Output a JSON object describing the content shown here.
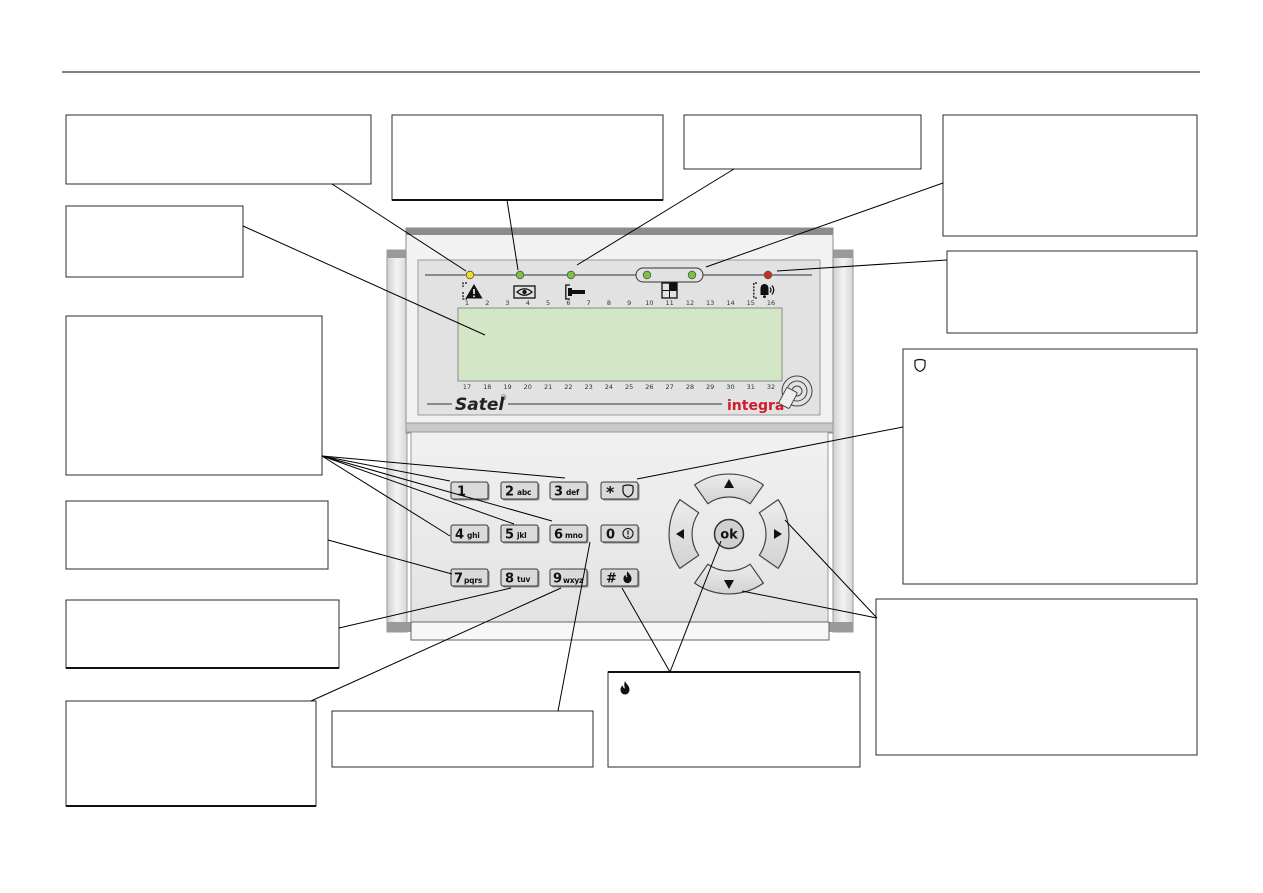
{
  "keypad": {
    "brand": "Satel",
    "brand_mark": "®",
    "model": "integra",
    "led_colors": [
      "#efe21c",
      "#7cc142",
      "#7cc142",
      "#7cc142",
      "#7cc142",
      "#d42a1e"
    ],
    "indicator_icons": [
      "warning-icon",
      "eye-icon",
      "service-icon",
      "partitions-grid-icon",
      "alarm-bell-icon"
    ],
    "led_numbers_top": [
      "1",
      "2",
      "3",
      "4",
      "5",
      "6",
      "7",
      "8",
      "9",
      "10",
      "11",
      "12",
      "13",
      "14",
      "15",
      "16"
    ],
    "led_numbers_bottom": [
      "17",
      "18",
      "19",
      "20",
      "21",
      "22",
      "23",
      "24",
      "25",
      "26",
      "27",
      "28",
      "29",
      "30",
      "31",
      "32"
    ],
    "keys": [
      {
        "digit": "1",
        "letters": ""
      },
      {
        "digit": "2",
        "letters": "abc"
      },
      {
        "digit": "3",
        "letters": "def"
      },
      {
        "digit": "*",
        "icon": "shield-icon"
      },
      {
        "digit": "4",
        "letters": "ghi"
      },
      {
        "digit": "5",
        "letters": "jkl"
      },
      {
        "digit": "6",
        "letters": "mno"
      },
      {
        "digit": "0",
        "icon": "exclamation-circle-icon"
      },
      {
        "digit": "7",
        "letters": "pqrs"
      },
      {
        "digit": "8",
        "letters": "tuv"
      },
      {
        "digit": "9",
        "letters": "wxyz"
      },
      {
        "digit": "#",
        "icon": "fire-icon"
      }
    ],
    "navigation": {
      "ok_label": "ok",
      "arrows": [
        "up-arrow-icon",
        "down-arrow-icon",
        "left-arrow-icon",
        "right-arrow-icon"
      ]
    },
    "colors": {
      "lcd": "#d3e6c6",
      "model_text": "#d11a2a"
    }
  },
  "callout_icons": {
    "star_key_note": "shield-icon",
    "hash_key_note": "fire-icon"
  }
}
